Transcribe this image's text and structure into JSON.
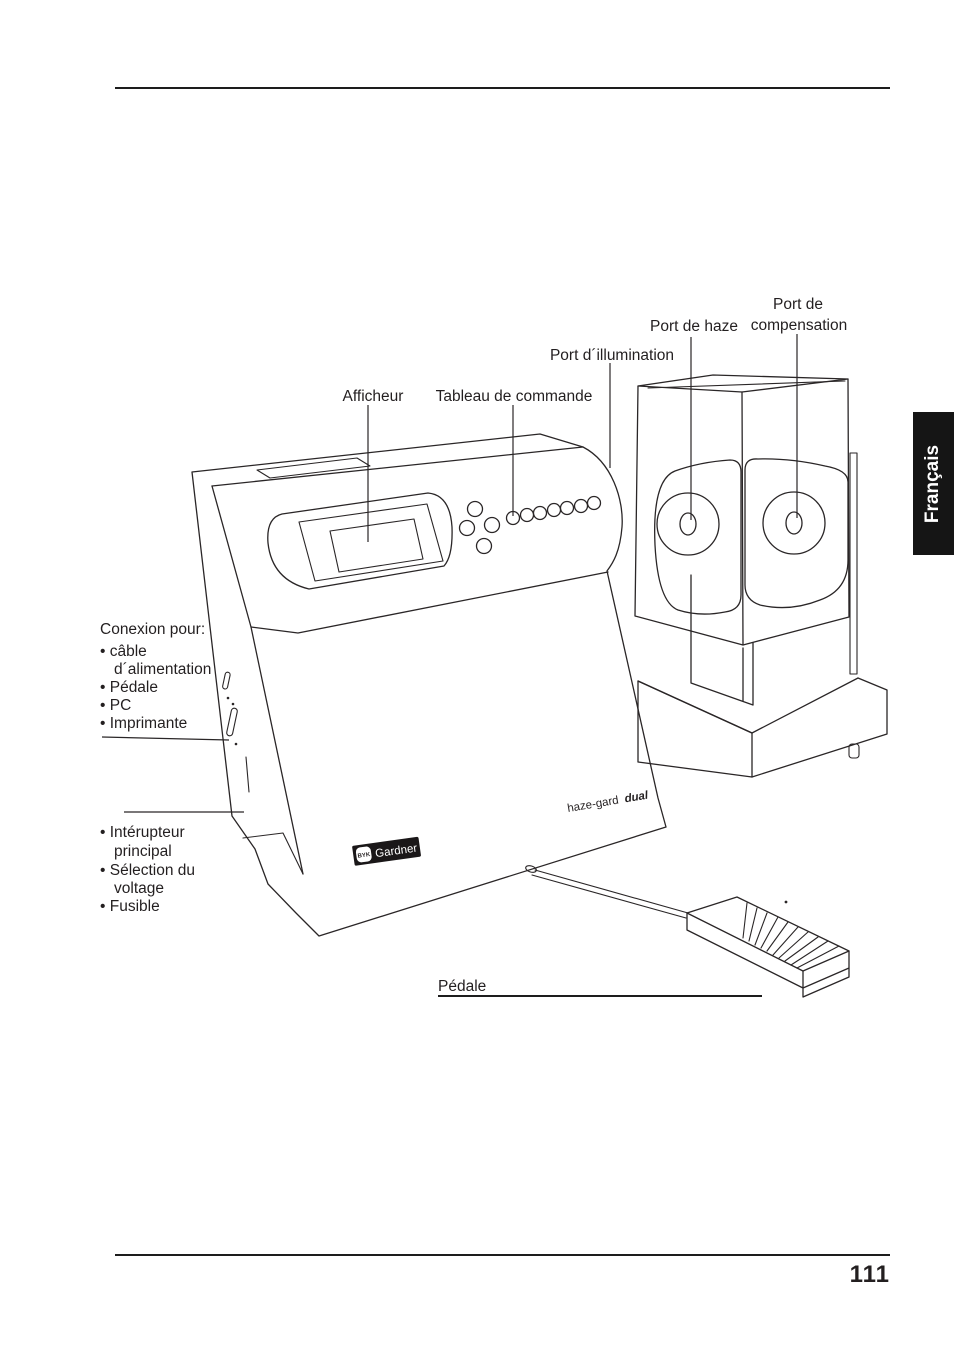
{
  "page": {
    "number": "111",
    "language_tab": "Français"
  },
  "figure": {
    "callouts": {
      "afficheur": "Afficheur",
      "tableau_de_commande": "Tableau de commande",
      "port_illumination": "Port d´illumination",
      "port_haze": "Port de haze",
      "port_compensation_line1": "Port de",
      "port_compensation_line2": "compensation",
      "pedale": "Pédale"
    },
    "connection_block": {
      "title": "Conexion pour:",
      "lines": [
        "• câble",
        "d´alimentation",
        "• Pédale",
        "• PC",
        "• Imprimante"
      ]
    },
    "power_block": {
      "lines": [
        "• Intérupteur",
        "principal",
        "• Sélection du",
        "voltage",
        "• Fusible"
      ]
    },
    "device": {
      "model_name_regular": "haze-gard",
      "model_name_bold": "dual",
      "logo_mark": "BYK",
      "logo_text": "Gardner"
    },
    "ink_color": "#231f20"
  }
}
